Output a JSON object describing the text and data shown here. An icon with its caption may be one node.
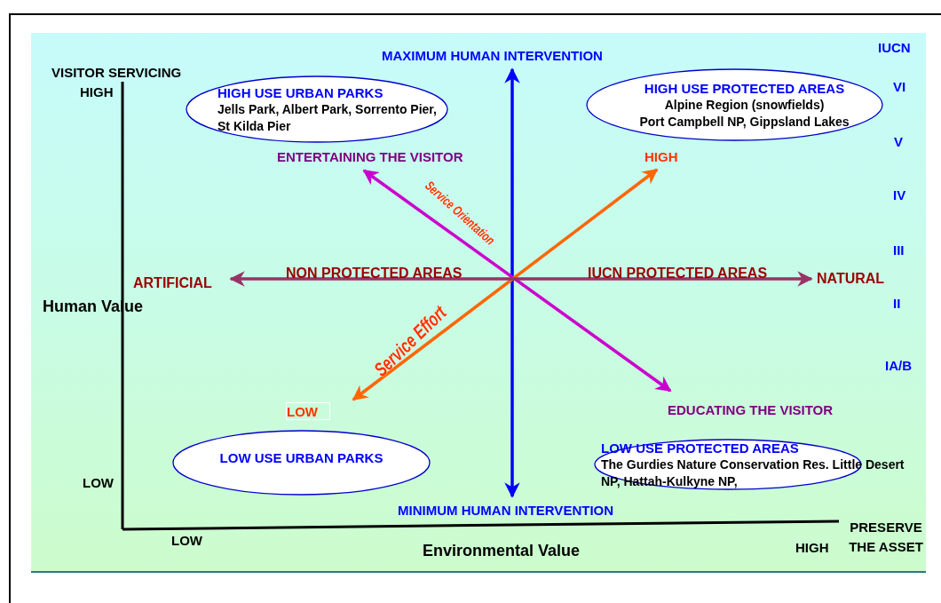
{
  "diagram": {
    "nodes": [
      {
        "text": [
          "MAXIMUM HUMAN INTERVENTION"
        ]
      },
      {
        "text": [
          "HIGH USE URBAN PARKS",
          "Jells Park, Albert Park, Sorrento Pier, St Kilda Pier"
        ]
      },
      {
        "text": [
          "HIGH USE PROTECTED AREAS",
          "Alpine Region (snowfields)",
          "Port Campbell NP, Gippsland Lakes"
        ]
      },
      {
        "text": [
          "ENTERTAINING THE VISITOR"
        ]
      },
      {
        "text": [
          "HIGH"
        ]
      },
      {
        "text": [
          "ARTIFICIAL"
        ]
      },
      {
        "text": [
          "NATURAL"
        ]
      },
      {
        "text": [
          "LOW"
        ]
      },
      {
        "text": [
          "EDUCATING THE VISITOR"
        ]
      },
      {
        "text": [
          "LOW USE URBAN PARKS"
        ]
      },
      {
        "text": [
          "LOW USE PROTECTED AREAS",
          "The Gurdies Nature Conservation Res. Little Desert NP, Hattah-Kulkyne NP,"
        ]
      },
      {
        "text": [
          "MINIMUM HUMAN INTERVENTION"
        ]
      }
    ],
    "edges": [
      {
        "from": 0,
        "to": 11,
        "arrow": "both",
        "color": "#0000ff"
      },
      {
        "from": 3,
        "to": 8,
        "arrow": "both",
        "label": "Service Orientation",
        "color": "#cc00cc"
      },
      {
        "from": 7,
        "to": 4,
        "arrow": "both",
        "label": "Service Effort",
        "color": "#ff6600"
      },
      {
        "from": 5,
        "to": 6,
        "arrow": "both",
        "color": "#993366"
      }
    ],
    "labels": [
      "VISITOR SERVICING",
      "HIGH",
      "IUCN",
      "VI",
      "V",
      "IV",
      "III",
      "NON PROTECTED AREAS",
      "IUCN PROTECTED AREAS",
      "II",
      "Human Value",
      "IA/B",
      "LOW",
      "LOW",
      "Environmental Value",
      "HIGH",
      "PRESERVE THE ASSET"
    ]
  }
}
